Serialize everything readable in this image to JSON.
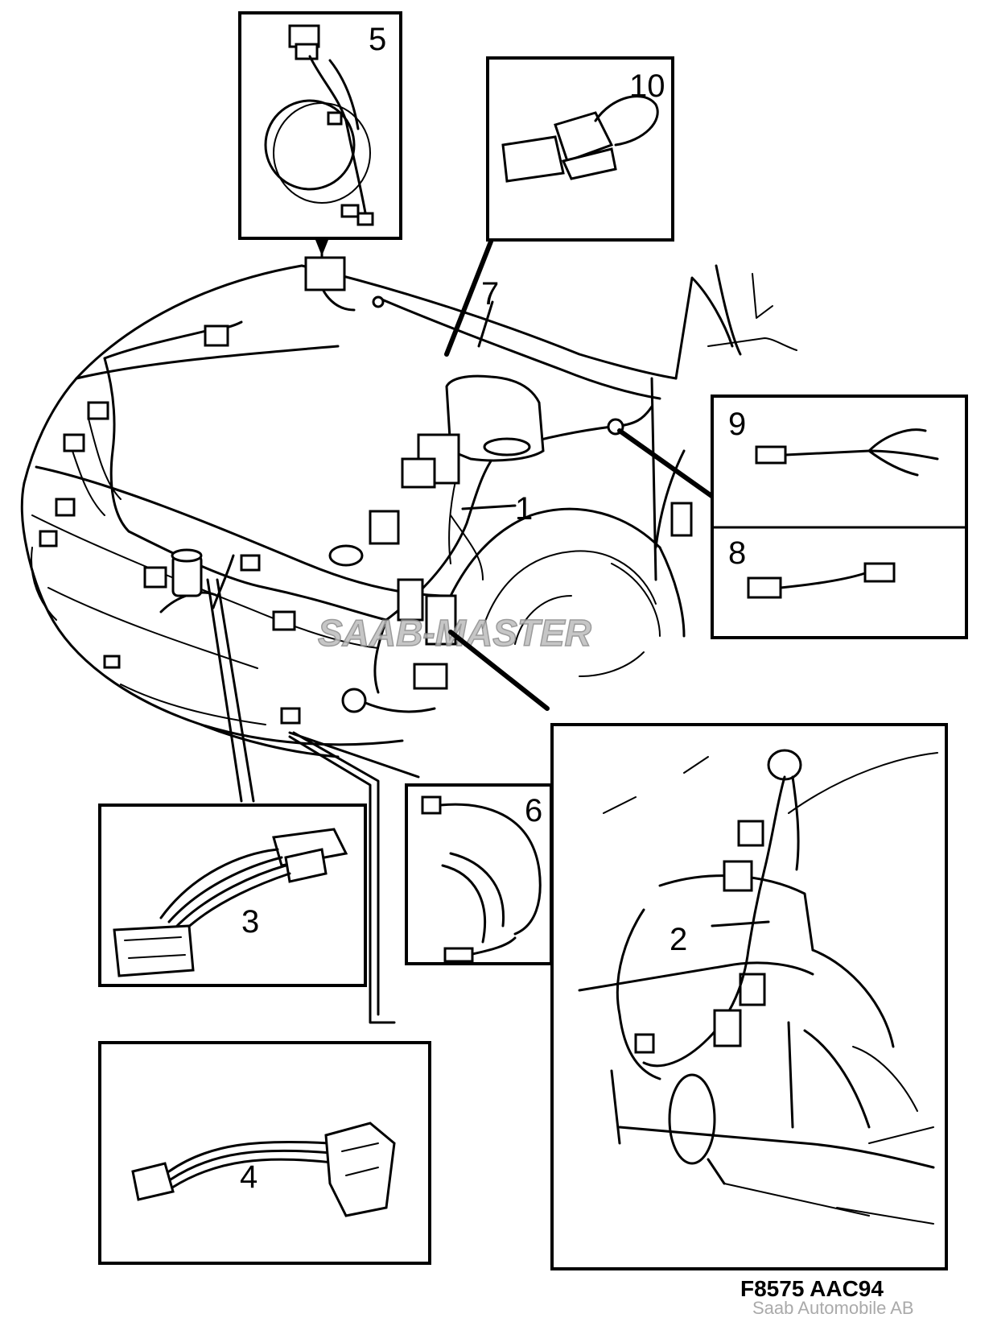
{
  "callouts": {
    "c1": "1",
    "c2": "2",
    "c3": "3",
    "c4": "4",
    "c5": "5",
    "c6": "6",
    "c7": "7",
    "c8": "8",
    "c9": "9",
    "c10": "10"
  },
  "figure_code": "F8575  AAC94",
  "copyright": "Saab Automobile AB",
  "watermark": "SAAB-MASTER"
}
